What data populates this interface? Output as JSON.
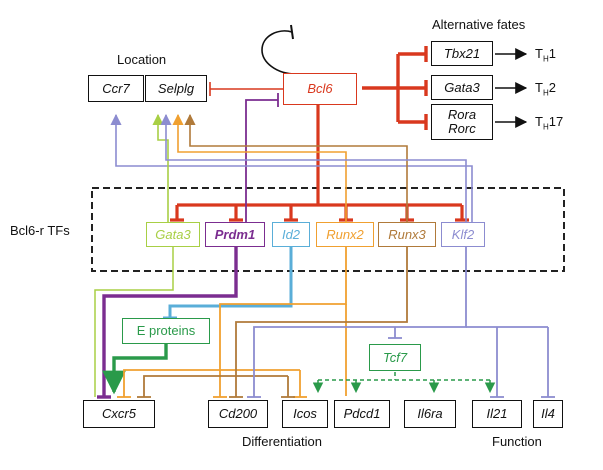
{
  "labels": {
    "location": "Location",
    "alternative_fates": "Alternative fates",
    "bcl6r_tfs": "Bcl6-r TFs",
    "differentiation": "Differentiation",
    "function": "Function"
  },
  "location_genes": [
    "Ccr7",
    "Selplg"
  ],
  "master": "Bcl6",
  "fates": [
    {
      "gene": "Tbx21",
      "th_main": "T",
      "th_sub": "H",
      "th_suffix": "1"
    },
    {
      "gene": "Gata3",
      "th_main": "T",
      "th_sub": "H",
      "th_suffix": "2"
    },
    {
      "gene": "Rora\nRorc",
      "th_main": "T",
      "th_sub": "H",
      "th_suffix": "17"
    }
  ],
  "tfs": [
    {
      "name": "Gata3",
      "color": "#a8cf45"
    },
    {
      "name": "Prdm1",
      "color": "#7b2d90"
    },
    {
      "name": "Id2",
      "color": "#5aaed8"
    },
    {
      "name": "Runx2",
      "color": "#f0a030"
    },
    {
      "name": "Runx3",
      "color": "#b07a3a"
    },
    {
      "name": "Klf2",
      "color": "#8c8cd0"
    }
  ],
  "intermediates": [
    "E proteins",
    "Tcf7"
  ],
  "targets": [
    "Cxcr5",
    "Cd200",
    "Icos",
    "Pdcd1",
    "Il6ra",
    "Il21",
    "Il4"
  ],
  "colors": {
    "bcl6_red": "#d9381e",
    "green": "#2a9a4a"
  }
}
